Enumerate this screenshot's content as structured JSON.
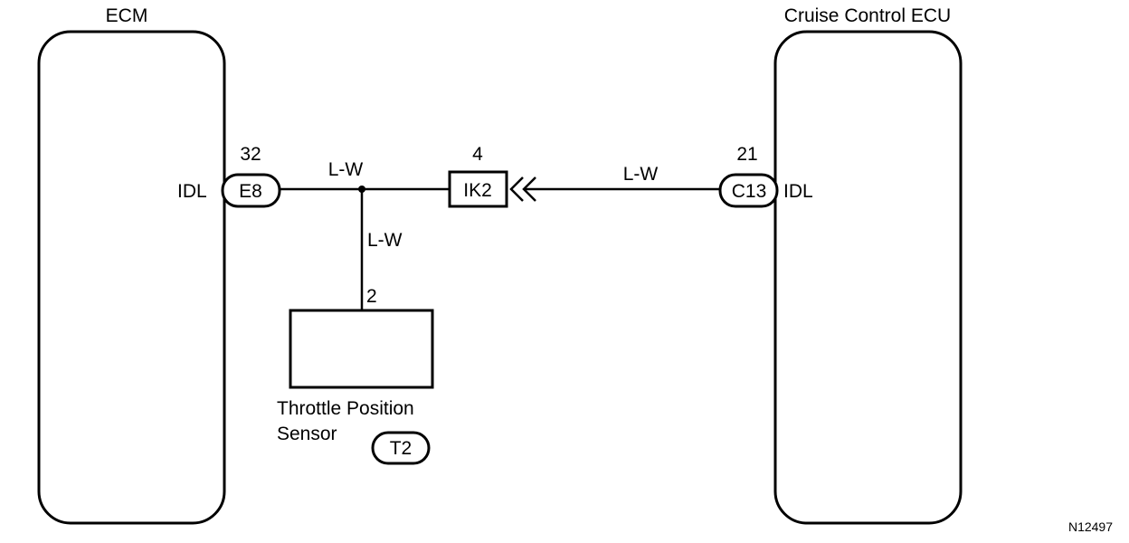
{
  "ecm": {
    "title": "ECM",
    "pin_label": "IDL",
    "connector": "E8",
    "pin_number": "32"
  },
  "cruise_ecu": {
    "title": "Cruise Control ECU",
    "pin_label": "IDL",
    "connector": "C13",
    "pin_number": "21"
  },
  "junction": {
    "connector": "IK2",
    "pin_number": "4"
  },
  "wires": {
    "ecm_to_junction": "L-W",
    "drop_to_sensor": "L-W",
    "junction_to_cruise": "L-W"
  },
  "sensor": {
    "title_line1": "Throttle Position",
    "title_line2": "Sensor",
    "connector": "T2",
    "pin_number": "2"
  },
  "figure_id": "N12497"
}
